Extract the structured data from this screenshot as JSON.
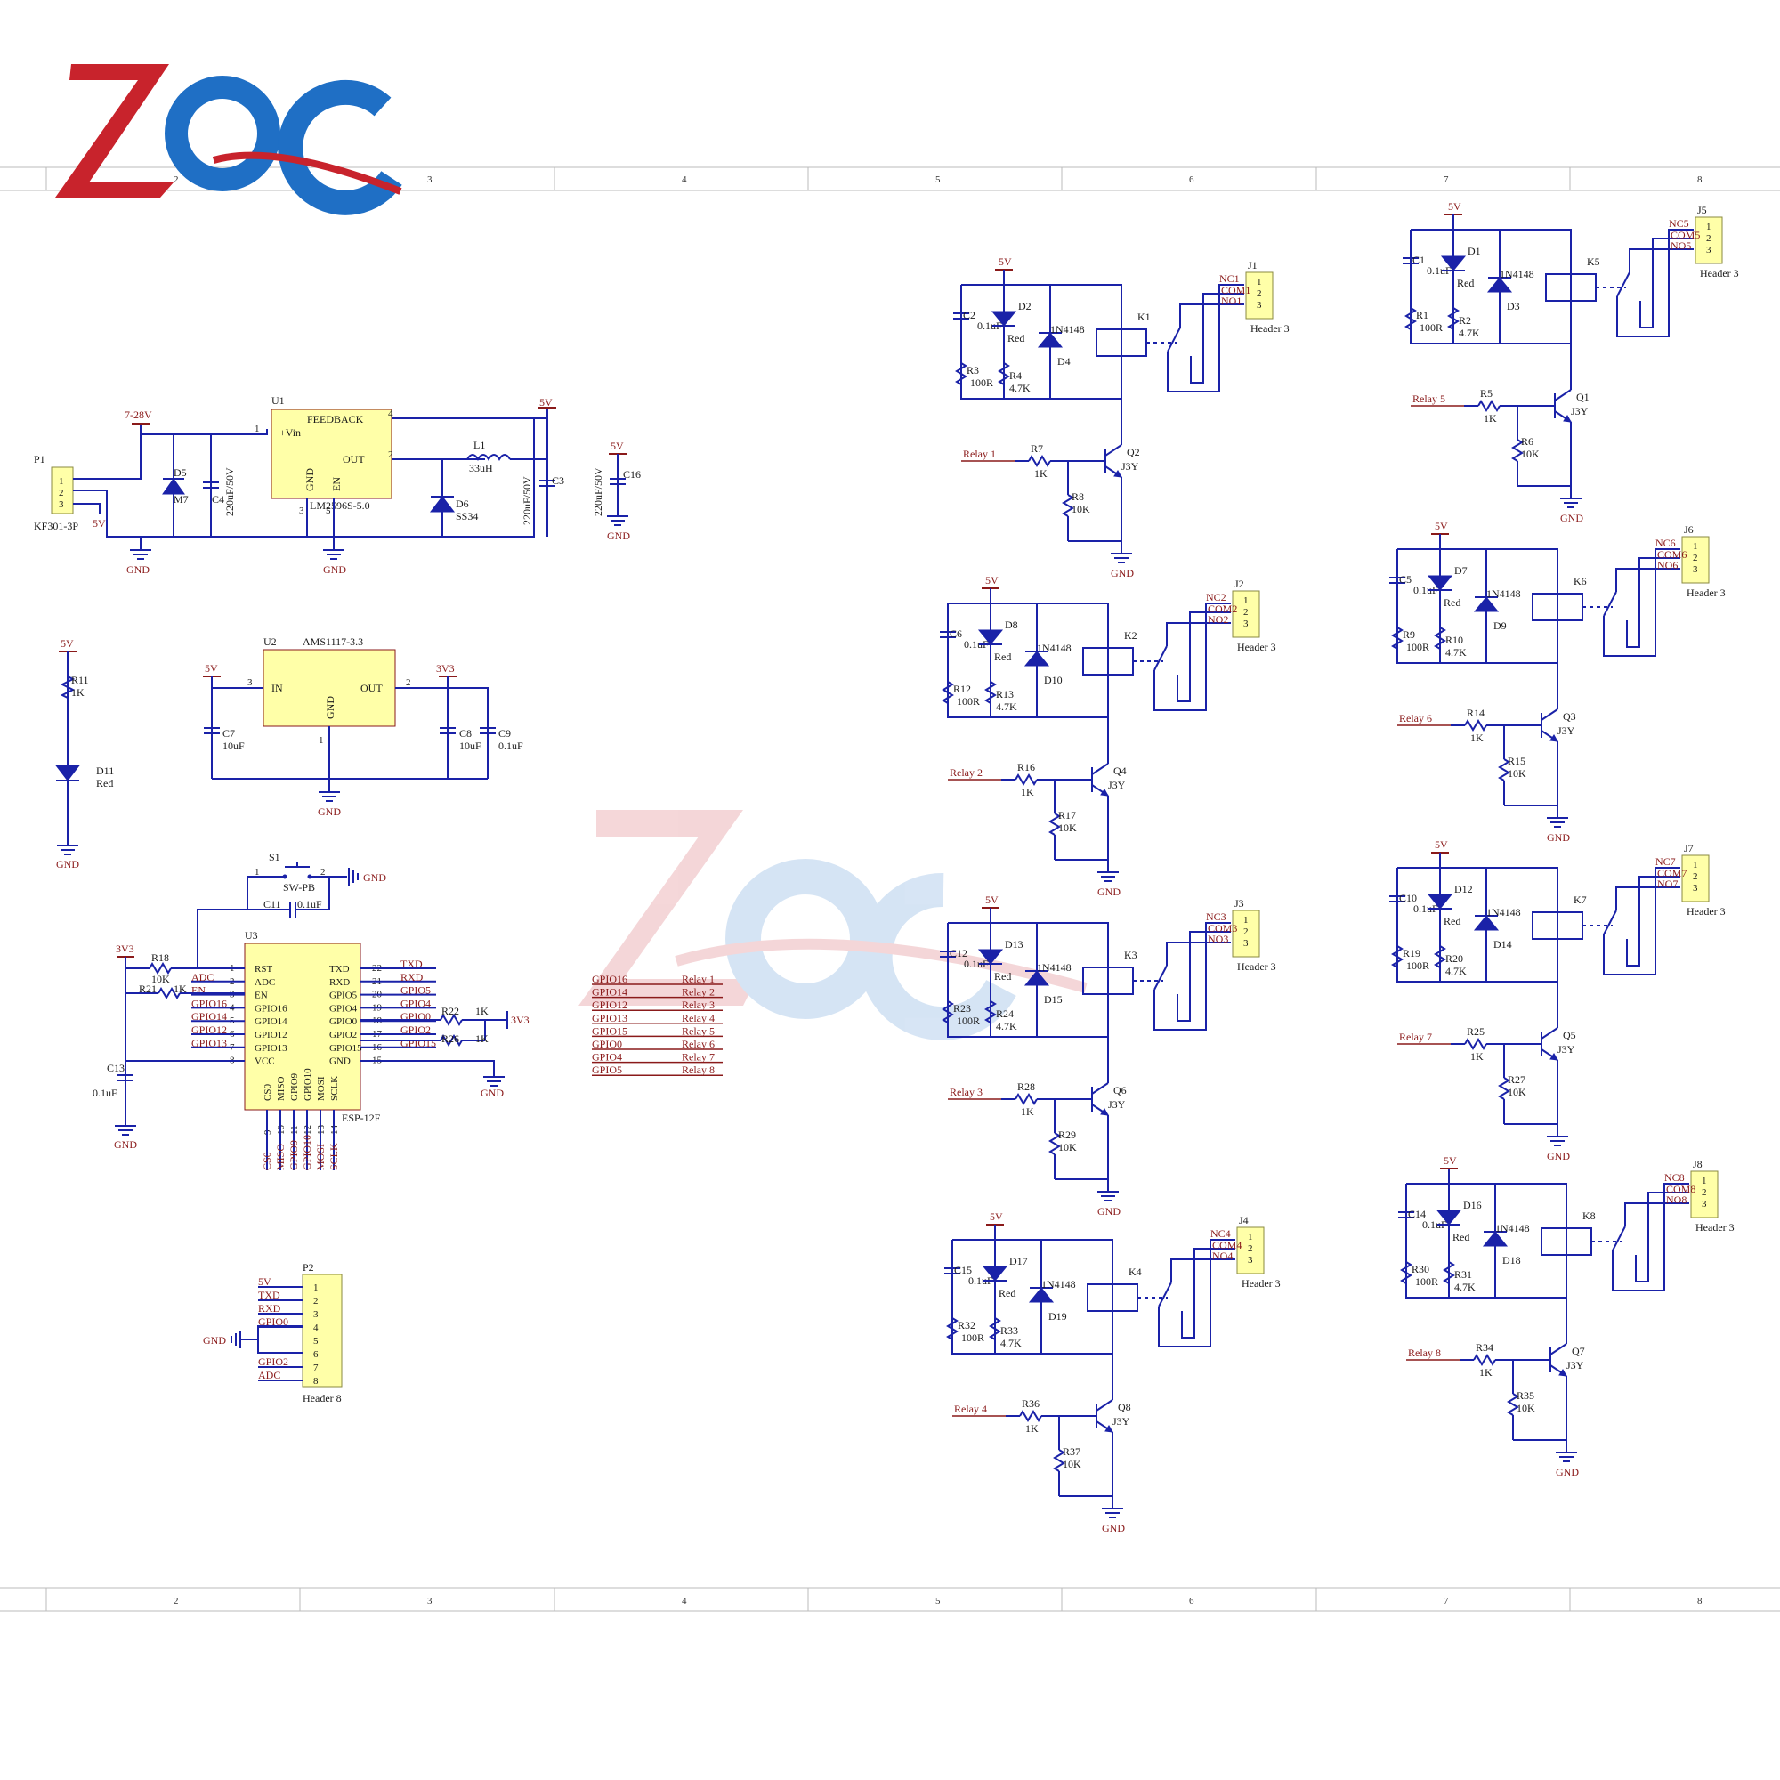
{
  "logo": {
    "text": "ZQC",
    "colors": [
      "#c8232c",
      "#1f6fc5"
    ]
  },
  "grid": {
    "columns": [
      "2",
      "3",
      "4",
      "5",
      "6",
      "7",
      "8"
    ]
  },
  "power_input": {
    "connector_ref": "P1",
    "connector_type": "KF301-3P",
    "pins": [
      "1",
      "2",
      "3"
    ],
    "vin_label": "7-28V",
    "five_v_label": "5V",
    "d5": {
      "ref": "D5",
      "value": "M7"
    },
    "c4": {
      "ref": "C4",
      "value": "220uF/50V"
    },
    "u1": {
      "ref": "U1",
      "part": "LM2596S-5.0",
      "pins": {
        "vin": "+Vin",
        "feedback": "FEEDBACK",
        "out": "OUT",
        "gnd": "GND",
        "en": "EN",
        "n1": "1",
        "n2": "2",
        "n3": "3",
        "n4": "4",
        "n5": "5"
      }
    },
    "l1": {
      "ref": "L1",
      "value": "33uH"
    },
    "d6": {
      "ref": "D6",
      "value": "SS34"
    },
    "c3": {
      "ref": "C3",
      "value": "220uF/50V"
    },
    "c16": {
      "ref": "C16",
      "value": "220uF/50V"
    },
    "gnd": "GND",
    "out_label": "5V"
  },
  "power_led": {
    "net": "5V",
    "r": {
      "ref": "R11",
      "value": "1K"
    },
    "d": {
      "ref": "D11",
      "value": "Red"
    },
    "gnd": "GND"
  },
  "ldo": {
    "ref": "U2",
    "part": "AMS1117-3.3",
    "in_net": "5V",
    "out_net": "3V3",
    "pins": {
      "in": "IN",
      "out": "OUT",
      "gnd": "GND",
      "n1": "1",
      "n2": "2",
      "n3": "3"
    },
    "c7": {
      "ref": "C7",
      "value": "10uF"
    },
    "c8": {
      "ref": "C8",
      "value": "10uF"
    },
    "c9": {
      "ref": "C9",
      "value": "0.1uF"
    },
    "gnd": "GND"
  },
  "mcu": {
    "ref": "U3",
    "part": "ESP-12F",
    "s1": {
      "ref": "S1",
      "part": "SW-PB",
      "n1": "1",
      "n2": "2"
    },
    "gnd": "GND",
    "c11": {
      "ref": "C11",
      "value": "0.1uF"
    },
    "vcc_net": "3V3",
    "r18": {
      "ref": "R18",
      "value": "10K"
    },
    "r21": {
      "ref": "R21",
      "value": "1K"
    },
    "c13": {
      "ref": "C13",
      "value": "0.1uF"
    },
    "left_pins": [
      {
        "num": "1",
        "name": "RST",
        "net": ""
      },
      {
        "num": "2",
        "name": "ADC",
        "net": "ADC"
      },
      {
        "num": "3",
        "name": "EN",
        "net": "EN"
      },
      {
        "num": "4",
        "name": "GPIO16",
        "net": "GPIO16"
      },
      {
        "num": "5",
        "name": "GPIO14",
        "net": "GPIO14"
      },
      {
        "num": "6",
        "name": "GPIO12",
        "net": "GPIO12"
      },
      {
        "num": "7",
        "name": "GPIO13",
        "net": "GPIO13"
      },
      {
        "num": "8",
        "name": "VCC",
        "net": ""
      }
    ],
    "right_pins": [
      {
        "num": "22",
        "name": "TXD",
        "net": "TXD"
      },
      {
        "num": "21",
        "name": "RXD",
        "net": "RXD"
      },
      {
        "num": "20",
        "name": "GPIO5",
        "net": "GPIO5"
      },
      {
        "num": "19",
        "name": "GPIO4",
        "net": "GPIO4"
      },
      {
        "num": "18",
        "name": "GPIO0",
        "net": "GPIO0"
      },
      {
        "num": "17",
        "name": "GPIO2",
        "net": "GPIO2"
      },
      {
        "num": "16",
        "name": "GPIO15",
        "net": "GPIO15"
      },
      {
        "num": "15",
        "name": "GND",
        "net": ""
      }
    ],
    "bottom_pins": [
      {
        "num": "9",
        "name": "CS0",
        "net": "CS0"
      },
      {
        "num": "10",
        "name": "MISO",
        "net": "MISO"
      },
      {
        "num": "11",
        "name": "GPIO9",
        "net": "GPIO9"
      },
      {
        "num": "12",
        "name": "GPIO10",
        "net": "GPIO10"
      },
      {
        "num": "13",
        "name": "MOSI",
        "net": "MOSI"
      },
      {
        "num": "14",
        "name": "SCLK",
        "net": "SCLK"
      }
    ],
    "r22": {
      "ref": "R22",
      "value": "1K"
    },
    "r26": {
      "ref": "R26",
      "value": "1K"
    },
    "pull_net": "3V3"
  },
  "gpio_map": [
    {
      "gpio": "GPIO16",
      "relay": "Relay 1"
    },
    {
      "gpio": "GPIO14",
      "relay": "Relay 2"
    },
    {
      "gpio": "GPIO12",
      "relay": "Relay 3"
    },
    {
      "gpio": "GPIO13",
      "relay": "Relay 4"
    },
    {
      "gpio": "GPIO15",
      "relay": "Relay 5"
    },
    {
      "gpio": "GPIO0",
      "relay": "Relay 6"
    },
    {
      "gpio": "GPIO4",
      "relay": "Relay 7"
    },
    {
      "gpio": "GPIO5",
      "relay": "Relay 8"
    }
  ],
  "header_p2": {
    "ref": "P2",
    "part": "Header 8",
    "gnd": "GND",
    "pins": [
      {
        "num": "1",
        "net": "5V"
      },
      {
        "num": "2",
        "net": "TXD"
      },
      {
        "num": "3",
        "net": "RXD"
      },
      {
        "num": "4",
        "net": "GPIO0"
      },
      {
        "num": "5",
        "net": ""
      },
      {
        "num": "6",
        "net": ""
      },
      {
        "num": "7",
        "net": "GPIO2"
      },
      {
        "num": "8",
        "net": "ADC"
      }
    ]
  },
  "relay_common": {
    "net": "5V",
    "gnd": "GND",
    "diode": "1N4148",
    "led_color": "Red",
    "cap": "0.1uF",
    "r_led": "100R",
    "r_pull": "4.7K",
    "r_base": "1K",
    "r_bias": "10K",
    "transistor": "J3Y",
    "header": "Header 3",
    "pins": [
      "1",
      "2",
      "3"
    ]
  },
  "relays": [
    {
      "signal": "Relay 1",
      "c": "C2",
      "led": "D2",
      "dio": "D4",
      "rl": "R3",
      "rp": "R4",
      "rb": "R7",
      "rg": "R8",
      "q": "Q2",
      "k": "K1",
      "j": "J1",
      "nc": "NC1",
      "com": "COM1",
      "no": "NO1"
    },
    {
      "signal": "Relay 2",
      "c": "C6",
      "led": "D8",
      "dio": "D10",
      "rl": "R12",
      "rp": "R13",
      "rb": "R16",
      "rg": "R17",
      "q": "Q4",
      "k": "K2",
      "j": "J2",
      "nc": "NC2",
      "com": "COM2",
      "no": "NO2"
    },
    {
      "signal": "Relay 3",
      "c": "C12",
      "led": "D13",
      "dio": "D15",
      "rl": "R23",
      "rp": "R24",
      "rb": "R28",
      "rg": "R29",
      "q": "Q6",
      "k": "K3",
      "j": "J3",
      "nc": "NC3",
      "com": "COM3",
      "no": "NO3"
    },
    {
      "signal": "Relay 4",
      "c": "C15",
      "led": "D17",
      "dio": "D19",
      "rl": "R32",
      "rp": "R33",
      "rb": "R36",
      "rg": "R37",
      "q": "Q8",
      "k": "K4",
      "j": "J4",
      "nc": "NC4",
      "com": "COM4",
      "no": "NO4"
    },
    {
      "signal": "Relay 5",
      "c": "C1",
      "led": "D1",
      "dio": "D3",
      "rl": "R1",
      "rp": "R2",
      "rb": "R5",
      "rg": "R6",
      "q": "Q1",
      "k": "K5",
      "j": "J5",
      "nc": "NC5",
      "com": "COM5",
      "no": "NO5"
    },
    {
      "signal": "Relay 6",
      "c": "C5",
      "led": "D7",
      "dio": "D9",
      "rl": "R9",
      "rp": "R10",
      "rb": "R14",
      "rg": "R15",
      "q": "Q3",
      "k": "K6",
      "j": "J6",
      "nc": "NC6",
      "com": "COM6",
      "no": "NO6"
    },
    {
      "signal": "Relay 7",
      "c": "C10",
      "led": "D12",
      "dio": "D14",
      "rl": "R19",
      "rp": "R20",
      "rb": "R25",
      "rg": "R27",
      "q": "Q5",
      "k": "K7",
      "j": "J7",
      "nc": "NC7",
      "com": "COM7",
      "no": "NO7"
    },
    {
      "signal": "Relay 8",
      "c": "C14",
      "led": "D16",
      "dio": "D18",
      "rl": "R30",
      "rp": "R31",
      "rb": "R34",
      "rg": "R35",
      "q": "Q7",
      "k": "K8",
      "j": "J8",
      "nc": "NC8",
      "com": "COM8",
      "no": "NO8"
    }
  ]
}
